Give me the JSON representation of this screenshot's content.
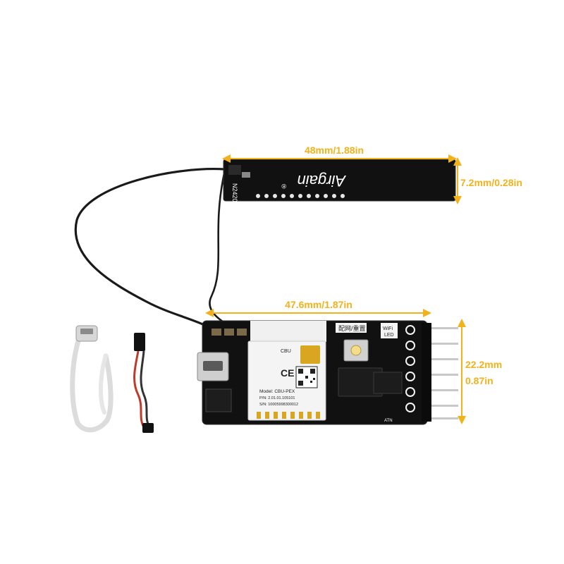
{
  "colors": {
    "dimension": "#f2b21c",
    "pcb": "#111111",
    "silkscreen": "#ffffff",
    "gold": "#d9a621",
    "cable": "#1a1a1a"
  },
  "dimensions": {
    "antenna_length": "48mm/1.88in",
    "antenna_width": "7.2mm/0.28in",
    "board_length": "47.6mm/1.87in",
    "board_width_mm": "22.2mm",
    "board_width_in": "0.87in"
  },
  "antenna": {
    "brand": "Airgain",
    "trademark": "®",
    "model": "N2420"
  },
  "module": {
    "ce_mark": "CE",
    "chip_label": "CBU",
    "model_line": "Model: CBU-PEX",
    "pn_line": "P/N: 2.01.01.105101",
    "sn_line": "S/N: 10005998300012"
  },
  "board": {
    "header_label": "配网/重置",
    "wifi_label": "WiFi",
    "led_label": "LED",
    "attn_label": "ATN"
  },
  "accessories": {
    "usb_cable_icon": "usb-cable-icon",
    "servo_lead_icon": "servo-lead-icon"
  }
}
